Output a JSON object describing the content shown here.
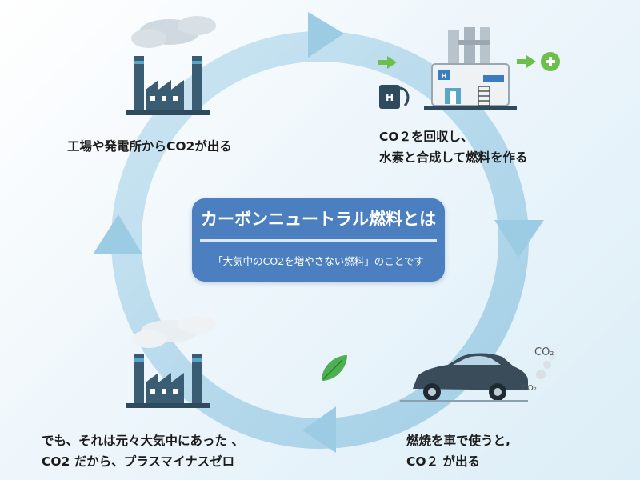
{
  "center": {
    "title": "カーボンニュートラル燃料とは",
    "subtitle": "「大気中のCO2を増やさない燃料」のことです"
  },
  "steps": [
    {
      "lines": [
        "工場や発電所からCO2が出る"
      ]
    },
    {
      "lines": [
        "CO２を回収し、",
        "水素と合成して燃料を作る"
      ]
    },
    {
      "lines": [
        "燃焼を車で使うと,",
        "CO２ が出る"
      ]
    },
    {
      "lines": [
        "でも、それは元々大気中にあった 、",
        "CO2 だから、プラスマイナスゼロ"
      ]
    }
  ],
  "icon_labels": {
    "plant_tank": "H",
    "fuel_pump": "H",
    "car_exhaust_1": "CO₂",
    "car_exhaust_2": "CO₂"
  },
  "icons": [
    "factory-icon",
    "hydrogen-plant-icon",
    "fuel-pump-icon",
    "car-icon",
    "leaf-icon",
    "factory-icon"
  ],
  "colors": {
    "ring": "#a9d3e9",
    "arrow": "#8cc4e2",
    "center_box": "#4b7fc0",
    "factory": "#3b5d73",
    "factory_accent": "#5aa6c9",
    "plus_green": "#5ab62a",
    "leaf_green": "#4caf50"
  }
}
